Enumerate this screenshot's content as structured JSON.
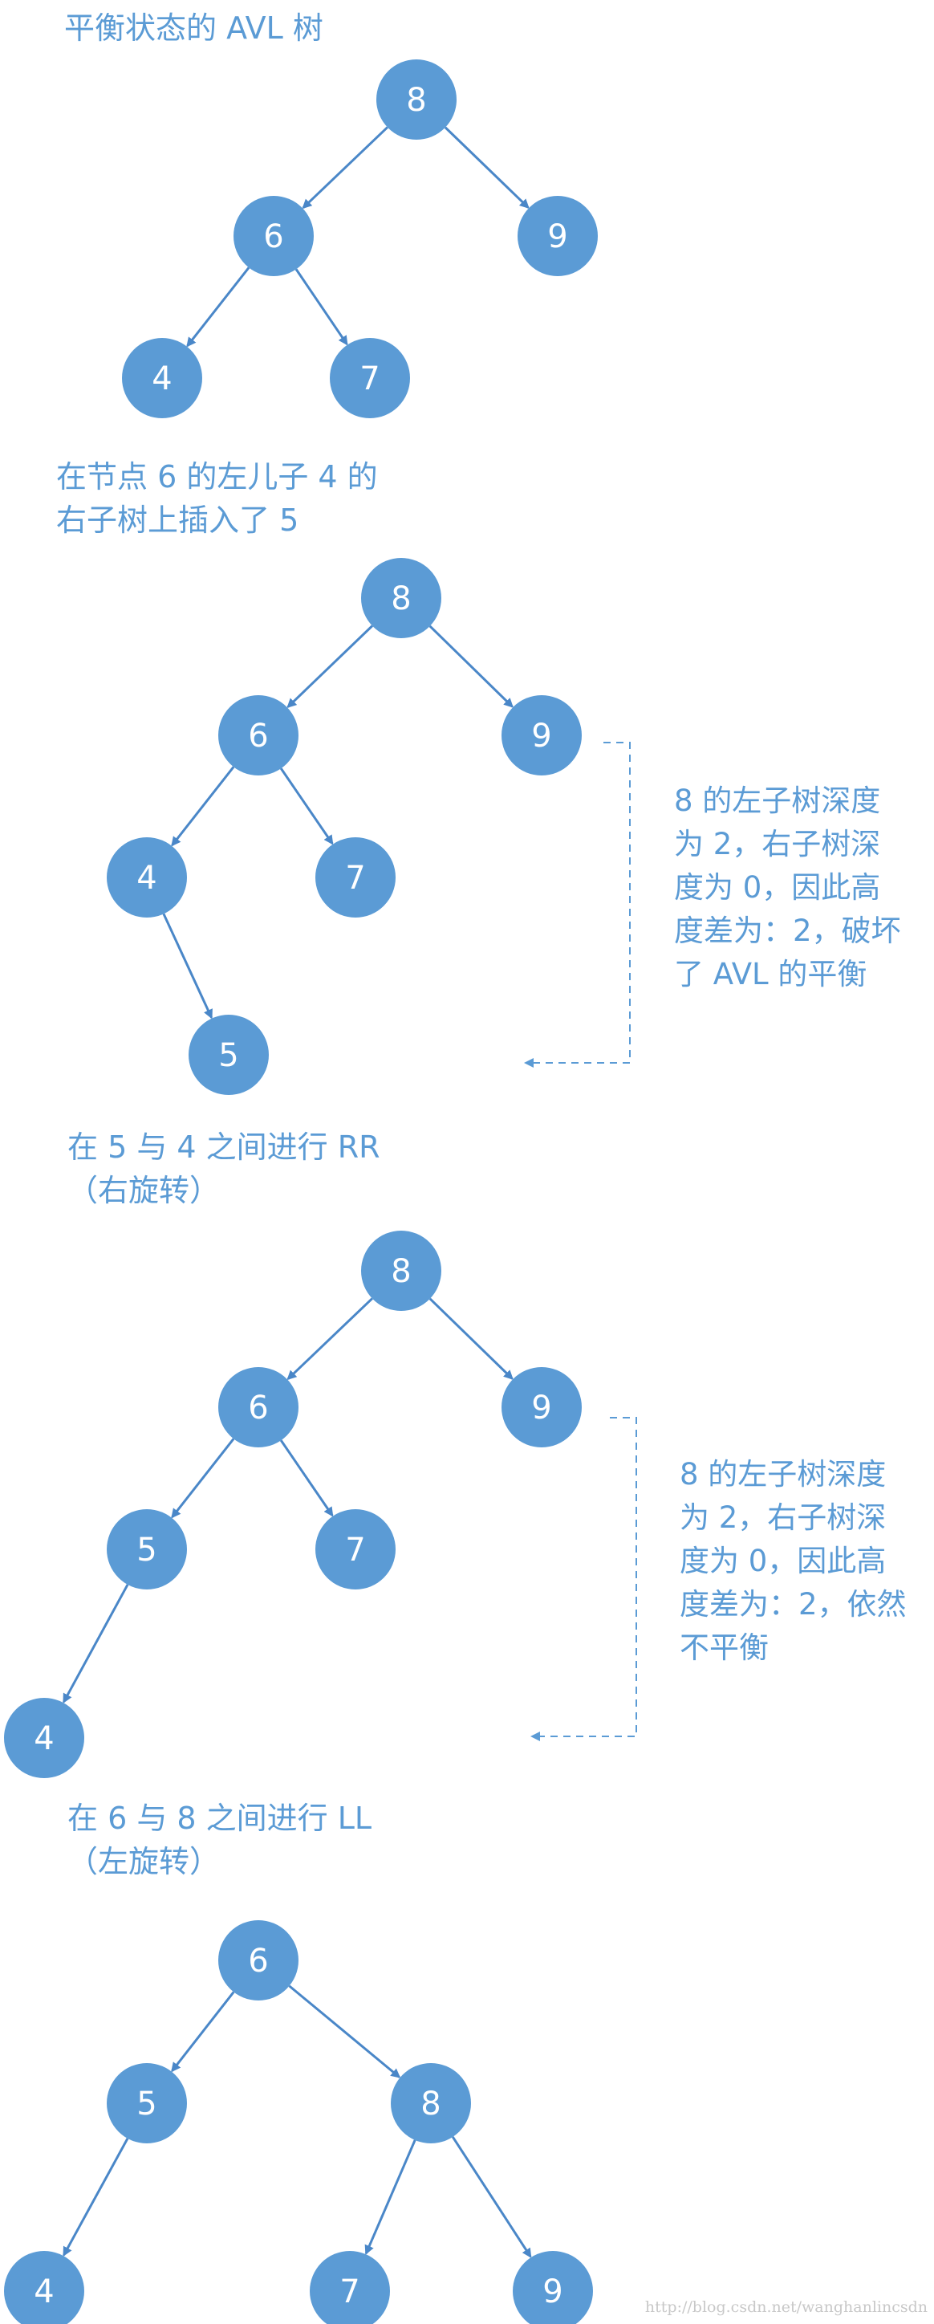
{
  "colors": {
    "node_fill": "#5b9bd5",
    "edge": "#4a87c8",
    "text": "#5b9bd5",
    "dashed": "#5b9bd5",
    "watermark": "#c8c8c8"
  },
  "captions": {
    "step1": "平衡状态的 AVL 树",
    "step2_line1": "在节点 6 的左儿子 4 的",
    "step2_line2": "右子树上插入了 5",
    "step3_line1": "在 5 与 4 之间进行 RR",
    "step3_line2": "（右旋转）",
    "step4_line1": "在 6 与 8 之间进行 LL",
    "step4_line2": "（左旋转）"
  },
  "notes": {
    "note1": [
      "8 的左子树深度",
      "为 2，右子树深",
      "度为 0，因此高",
      "度差为：2，破坏",
      "了 AVL 的平衡"
    ],
    "note2": [
      "8 的左子树深度",
      "为 2，右子树深",
      "度为 0，因此高",
      "度差为：2，依然",
      "不平衡"
    ]
  },
  "trees": [
    {
      "name": "tree-balanced",
      "nodes": [
        "8",
        "6",
        "9",
        "4",
        "7"
      ],
      "edges": [
        [
          "8",
          "6"
        ],
        [
          "8",
          "9"
        ],
        [
          "6",
          "4"
        ],
        [
          "6",
          "7"
        ]
      ]
    },
    {
      "name": "tree-after-insert",
      "nodes": [
        "8",
        "6",
        "9",
        "4",
        "7",
        "5"
      ],
      "edges": [
        [
          "8",
          "6"
        ],
        [
          "8",
          "9"
        ],
        [
          "6",
          "4"
        ],
        [
          "6",
          "7"
        ],
        [
          "4",
          "5"
        ]
      ]
    },
    {
      "name": "tree-after-rr",
      "nodes": [
        "8",
        "6",
        "9",
        "5",
        "7",
        "4"
      ],
      "edges": [
        [
          "8",
          "6"
        ],
        [
          "8",
          "9"
        ],
        [
          "6",
          "5"
        ],
        [
          "6",
          "7"
        ],
        [
          "5",
          "4"
        ]
      ]
    },
    {
      "name": "tree-after-ll",
      "nodes": [
        "6",
        "5",
        "8",
        "4",
        "7",
        "9"
      ],
      "edges": [
        [
          "6",
          "5"
        ],
        [
          "6",
          "8"
        ],
        [
          "5",
          "4"
        ],
        [
          "8",
          "7"
        ],
        [
          "8",
          "9"
        ]
      ]
    }
  ],
  "watermark": "http://blog.csdn.net/wanghanlincsdn"
}
